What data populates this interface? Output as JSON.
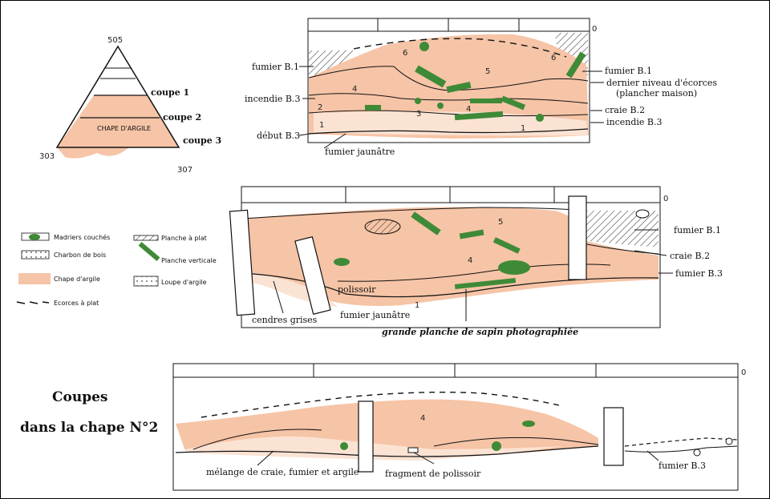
{
  "triangle": {
    "top": "505",
    "bottom_left": "303",
    "bottom_right": "307",
    "coupe1": "coupe 1",
    "coupe2": "coupe 2",
    "coupe3": "coupe 3",
    "inner_label": "CHAPE D'ARGILE"
  },
  "legend": [
    {
      "label": "Madriers couchés",
      "icon": "madrier-icon"
    },
    {
      "label": "Charbon de bois",
      "icon": "charcoal-icon"
    },
    {
      "label": "Chape d'argile",
      "icon": "clay-icon"
    },
    {
      "label": "Ecorces à plat",
      "icon": "bark-icon"
    },
    {
      "label": "Planche à plat",
      "icon": "plank-flat-icon"
    },
    {
      "label": "Planche verticale",
      "icon": "plank-vertical-icon"
    },
    {
      "label": "Loupe d'argile",
      "icon": "clay-lens-icon"
    }
  ],
  "section1": {
    "zero": "0",
    "labels": {
      "fumier_b1_left": "fumier B.1",
      "incendie_b3_left": "incendie B.3",
      "debut_b3": "début B.3",
      "fumier_jaunatre": "fumier jaunâtre",
      "fumier_b1_right": "fumier B.1",
      "dernier_niveau": "dernier niveau d'écorces",
      "plancher_maison": "(plancher maison)",
      "craie_b2": "craie B.2",
      "incendie_b3_right": "incendie B.3"
    },
    "layers": [
      "6",
      "6",
      "5",
      "4",
      "4",
      "3",
      "2",
      "1",
      "1"
    ]
  },
  "section2": {
    "zero": "0",
    "labels": {
      "fumier_b1": "fumier B.1",
      "craie_b2": "craie B.2",
      "fumier_b3": "fumier B.3",
      "polissoir": "polissoir",
      "cendres_grises": "cendres grises",
      "fumier_jaunatre": "fumier jaunâtre",
      "caption": "grande planche de sapin photographiée"
    },
    "layers": [
      "5",
      "4",
      "1"
    ]
  },
  "section3": {
    "zero": "0",
    "labels": {
      "melange": "mélange de craie, fumier et argile",
      "fragment": "fragment de polissoir",
      "fumier_b3": "fumier B.3"
    },
    "layers": [
      "4"
    ]
  },
  "title": {
    "line1": "Coupes",
    "line2": "dans la chape N°2"
  },
  "colors": {
    "clay": "#f6c4a6",
    "wood": "#3f8a37",
    "ink": "#111111"
  }
}
